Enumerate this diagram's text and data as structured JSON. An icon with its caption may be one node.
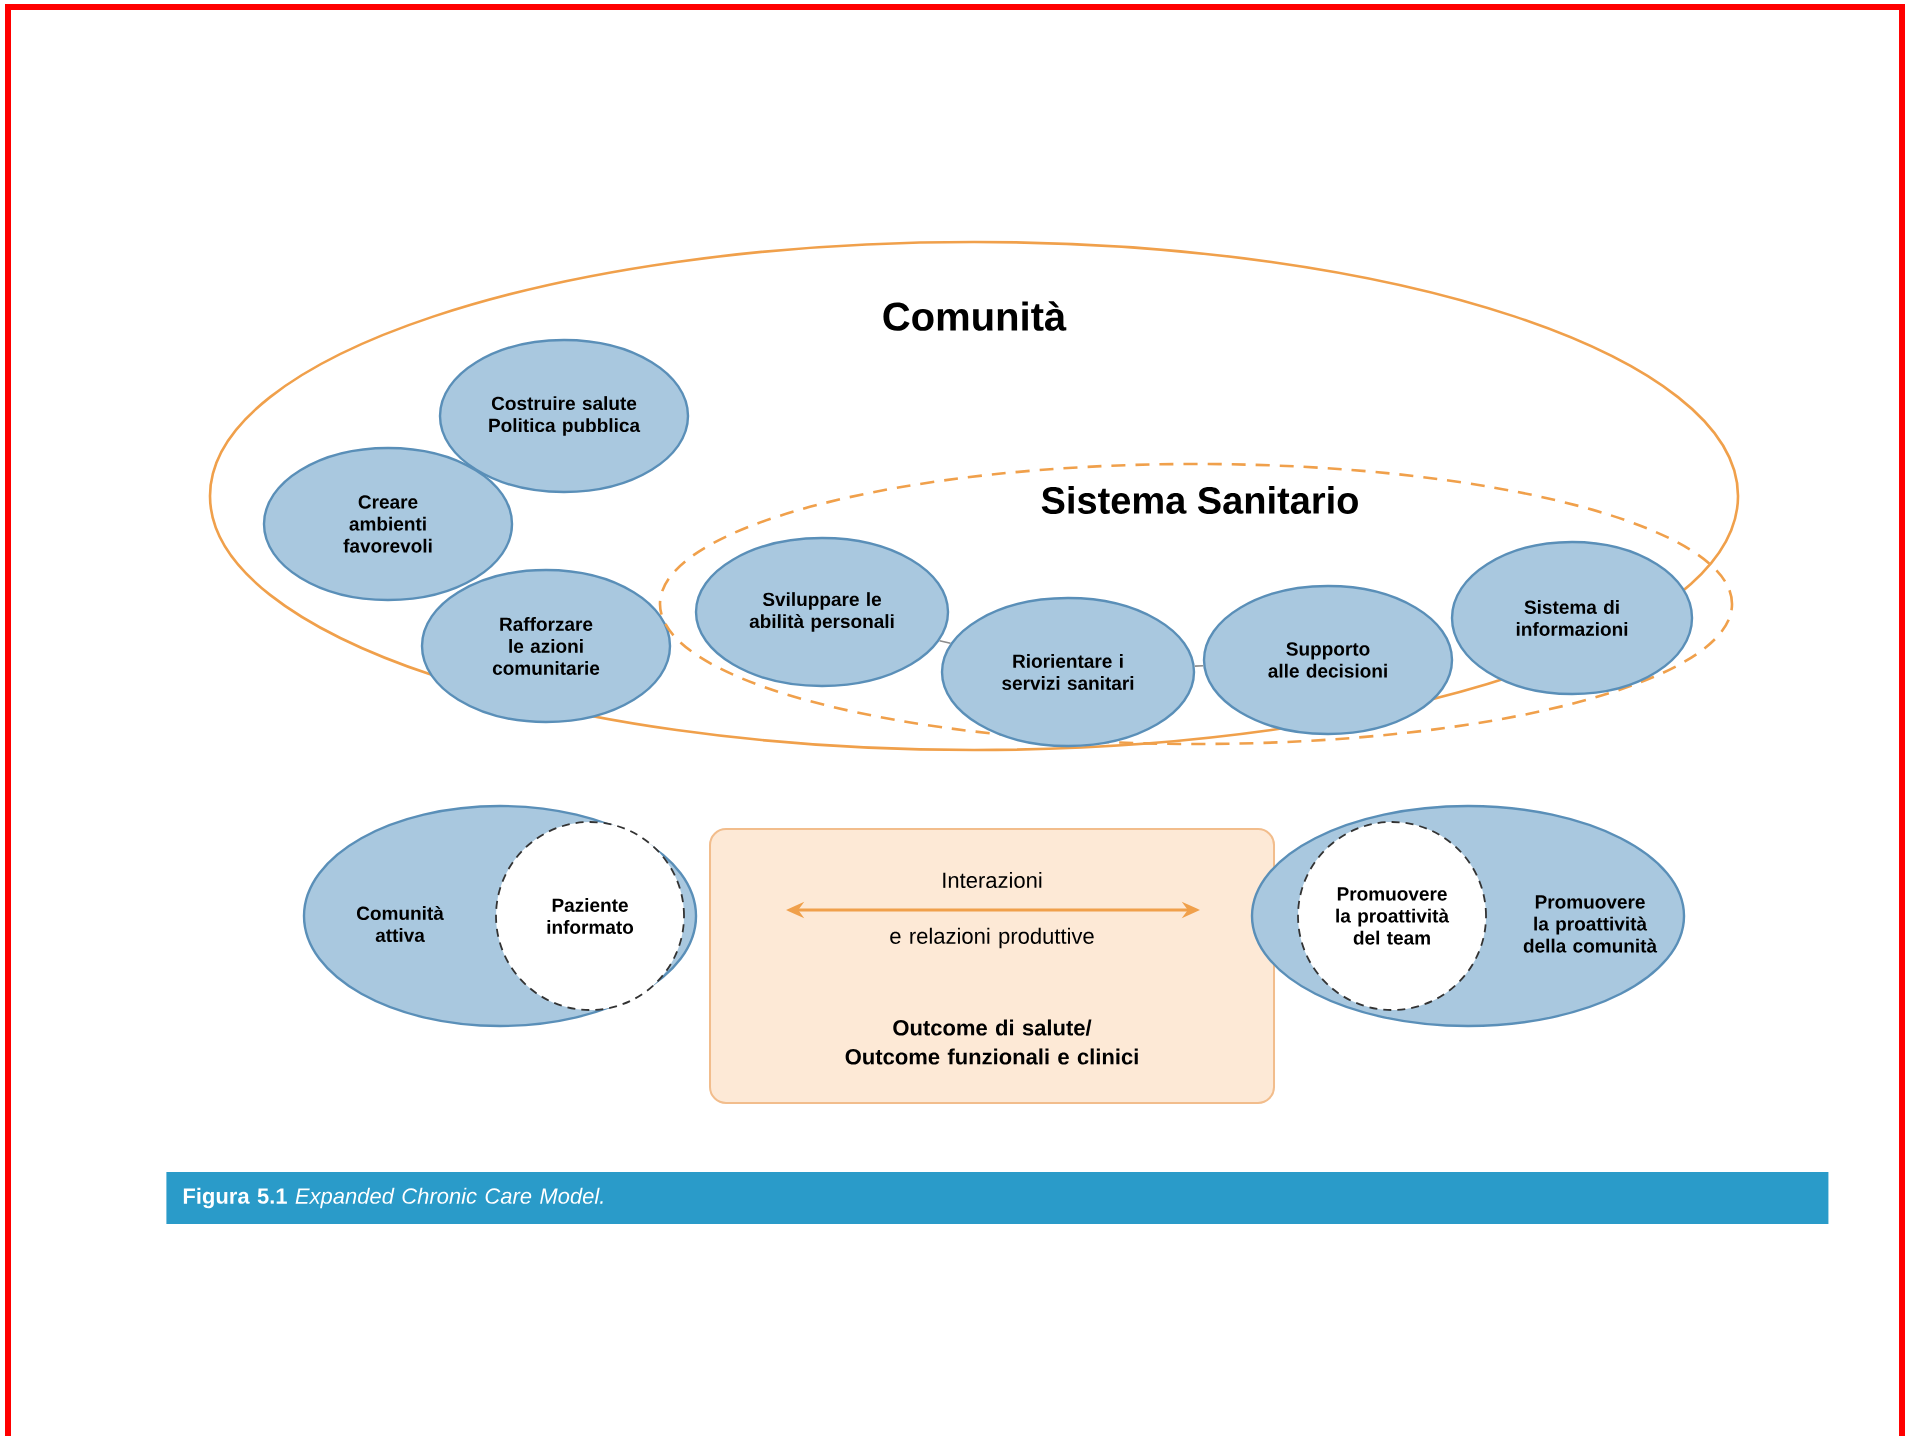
{
  "diagram": {
    "caption": "**Figura 5.1** *Expanded Chronic Care Model.*",
    "nodes": [
      {
        "text": [
          "Comunità"
        ]
      },
      {
        "text": [
          "Costruire salute Politica pubblica"
        ],
        "in": 0
      },
      {
        "text": [
          "Creare ambienti favorevoli"
        ],
        "in": 0
      },
      {
        "text": [
          "Rafforzare le azioni comunitarie"
        ],
        "in": 0
      },
      {
        "text": [
          "Sistema Sanitario"
        ],
        "in": 0
      },
      {
        "text": [
          "Sviluppare le abilità personali"
        ],
        "in": 4
      },
      {
        "text": [
          "Riorientare i servizi sanitari"
        ],
        "in": 4
      },
      {
        "text": [
          "Supporto alle decisioni"
        ],
        "in": 4
      },
      {
        "text": [
          "Sistema di informazioni"
        ],
        "in": 4
      },
      {
        "text": [
          "Comunità attiva"
        ]
      },
      {
        "text": [
          "Paziente informato"
        ],
        "in": 9
      },
      {
        "text": [
          "Interazioni",
          "e relazioni produttive",
          "Outcome di salute/ Outcome funzionali e clinici"
        ]
      },
      {
        "text": [
          "Promuovere la proattività della comunità"
        ]
      },
      {
        "text": [
          "Promuovere la proattività del team"
        ],
        "in": 12
      }
    ],
    "edges": [
      {
        "from": 5,
        "to": 6,
        "arrow": "none"
      },
      {
        "from": 6,
        "to": 7,
        "arrow": "none"
      }
    ]
  }
}
